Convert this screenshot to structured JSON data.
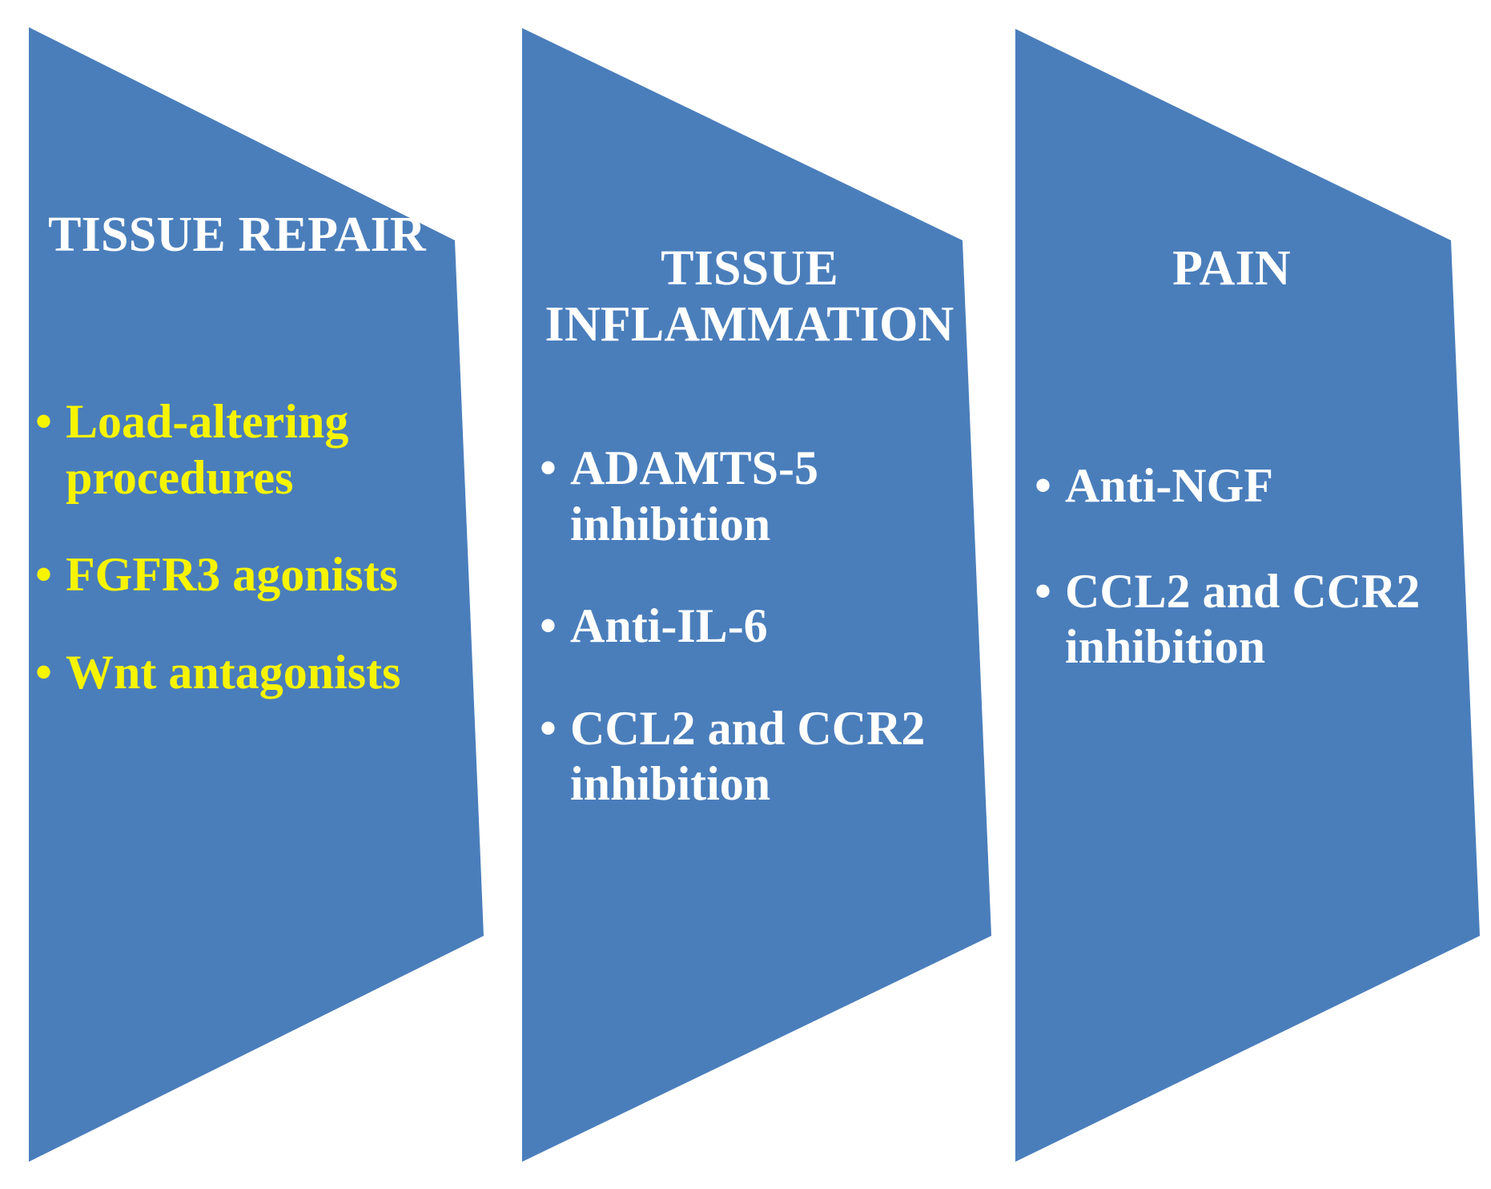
{
  "diagram": {
    "type": "three-stage-chevron-banner",
    "background_color": "#ffffff",
    "shape_color": "#4a7ebb",
    "title_color": "#ffffff",
    "panels": [
      {
        "id": "tissue-repair",
        "title": "TISSUE REPAIR",
        "title_color": "#ffffff",
        "bullet_color": "#f7f400",
        "bullet_marker": "•",
        "items": [
          "Load-altering procedures",
          "FGFR3 agonists",
          "Wnt antagonists"
        ]
      },
      {
        "id": "tissue-inflammation",
        "title": "TISSUE INFLAMMATION",
        "title_color": "#ffffff",
        "bullet_color": "#ffffff",
        "bullet_marker": "•",
        "items": [
          "ADAMTS-5 inhibition",
          "Anti-IL-6",
          "CCL2 and CCR2 inhibition"
        ]
      },
      {
        "id": "pain",
        "title": "PAIN",
        "title_color": "#ffffff",
        "bullet_color": "#ffffff",
        "bullet_marker": "•",
        "items": [
          "Anti-NGF",
          "CCL2 and CCR2 inhibition"
        ]
      }
    ]
  }
}
